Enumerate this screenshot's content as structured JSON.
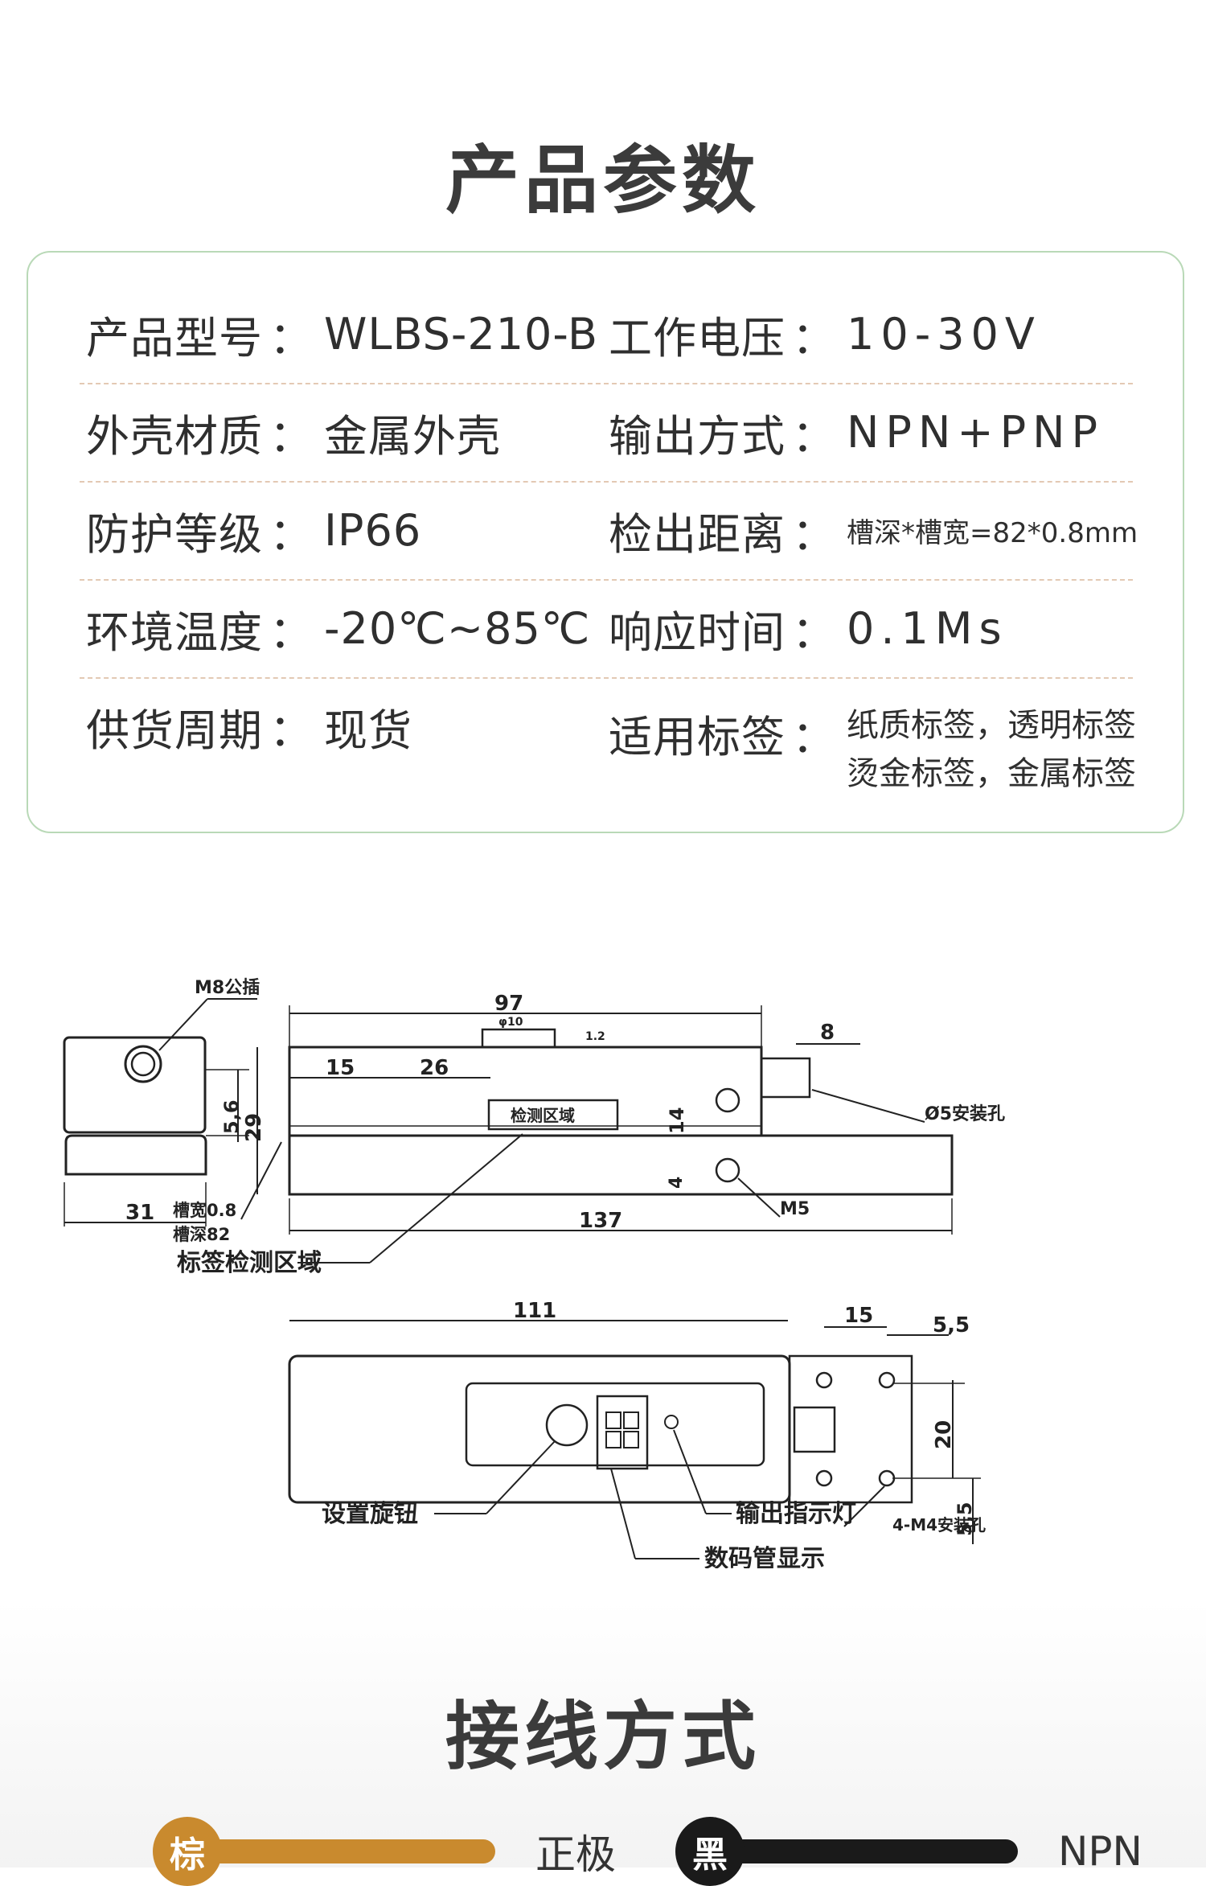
{
  "titles": {
    "params": "产品参数",
    "wiring": "接线方式"
  },
  "params": [
    {
      "left_label": "产品型号",
      "left_value": "WLBS-210-B",
      "right_label": "工作电压",
      "right_value": "10-30V"
    },
    {
      "left_label": "外壳材质",
      "left_value": "金属外壳",
      "right_label": "输出方式",
      "right_value": "NPN+PNP"
    },
    {
      "left_label": "防护等级",
      "left_value": "IP66",
      "right_label": "检出距离",
      "right_value": "槽深*槽宽=82*0.8mm"
    },
    {
      "left_label": "环境温度",
      "left_value": "-20℃~85℃",
      "right_label": "响应时间",
      "right_value": "0.1Ms"
    },
    {
      "left_label": "供货周期",
      "left_value": "现货",
      "right_label": "适用标签",
      "right_value_lines": [
        "纸质标签，透明标签",
        "烫金标签，金属标签"
      ]
    }
  ],
  "colon": "：",
  "drawing": {
    "dims": {
      "d97": "97",
      "d8": "8",
      "d15": "15",
      "d26": "26",
      "d29": "29",
      "d14": "14",
      "d4": "4",
      "d56": "5,6",
      "d31": "31",
      "d137": "137",
      "phi10": "φ10",
      "d12": "1.2",
      "d111": "111",
      "d15b": "15",
      "d55a": "5,5",
      "d20": "20",
      "d55b": "5,5"
    },
    "labels": {
      "m8": "M8公插",
      "detect_zone_box": "检测区域",
      "hole5": "Ø5安装孔",
      "m5": "M5",
      "slot_width": "槽宽0.8",
      "slot_depth": "槽深82",
      "label_zone": "标签检测区域",
      "knob": "设置旋钮",
      "indicator": "输出指示灯",
      "m4holes": "4-M4安装孔",
      "display": "数码管显示"
    }
  },
  "wiring": [
    {
      "color_name": "棕",
      "label": "正极",
      "color": "#c98a2e"
    },
    {
      "color_name": "黑",
      "label": "NPN",
      "color": "#1a1a1a"
    }
  ],
  "colors": {
    "card_border": "#b9d9b7",
    "row_divider": "#e3c9b4"
  }
}
